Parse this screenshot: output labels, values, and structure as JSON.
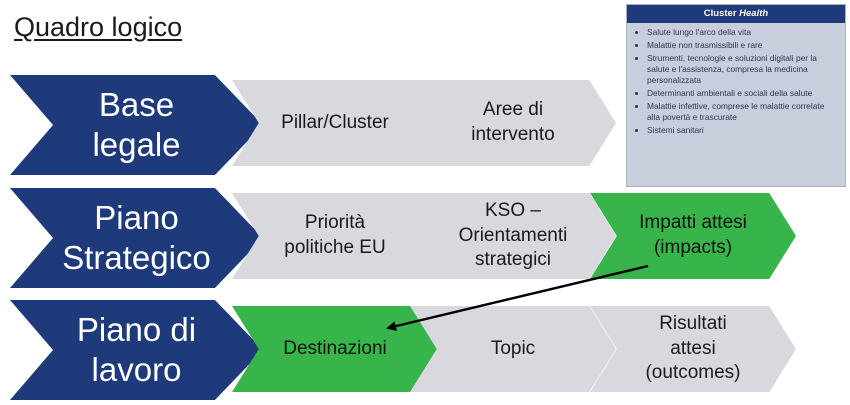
{
  "title": "Quadro logico",
  "rows": [
    {
      "head": "Base\nlegale",
      "steps": [
        {
          "label": "Pillar/Cluster",
          "color": "grey"
        },
        {
          "label": "Aree di\nintervento",
          "color": "grey"
        }
      ]
    },
    {
      "head": "Piano\nStrategico",
      "steps": [
        {
          "label": "Priorità\npolitiche EU",
          "color": "grey"
        },
        {
          "label": "KSO –\nOrientamenti\nstrategici",
          "color": "grey"
        },
        {
          "label": "Impatti attesi\n(impacts)",
          "color": "green"
        }
      ]
    },
    {
      "head": "Piano di\nlavoro",
      "steps": [
        {
          "label": "Destinazioni",
          "color": "green"
        },
        {
          "label": "Topic",
          "color": "grey"
        },
        {
          "label": "Risultati\nattesi\n(outcomes)",
          "color": "grey"
        }
      ]
    }
  ],
  "cluster": {
    "title_prefix": "Cluster",
    "title_em": "Health",
    "items": [
      "Salute lungo l'arco della vita",
      "Malattie non trasmissibili e rare",
      "Strumenti, tecnologie e soluzioni digitali per la salute e l'assistenza, compresa la medicina personalizzata",
      "Determinanti ambientali e sociali della salute",
      "Malattie infettive, comprese le malattie correlate alla povertà e trascurate",
      "Sistemi sanitari"
    ]
  },
  "colors": {
    "blue": "#1f3a7a",
    "grey": "#d8d8de",
    "green": "#37b44a",
    "panel": "#c9cedc"
  }
}
